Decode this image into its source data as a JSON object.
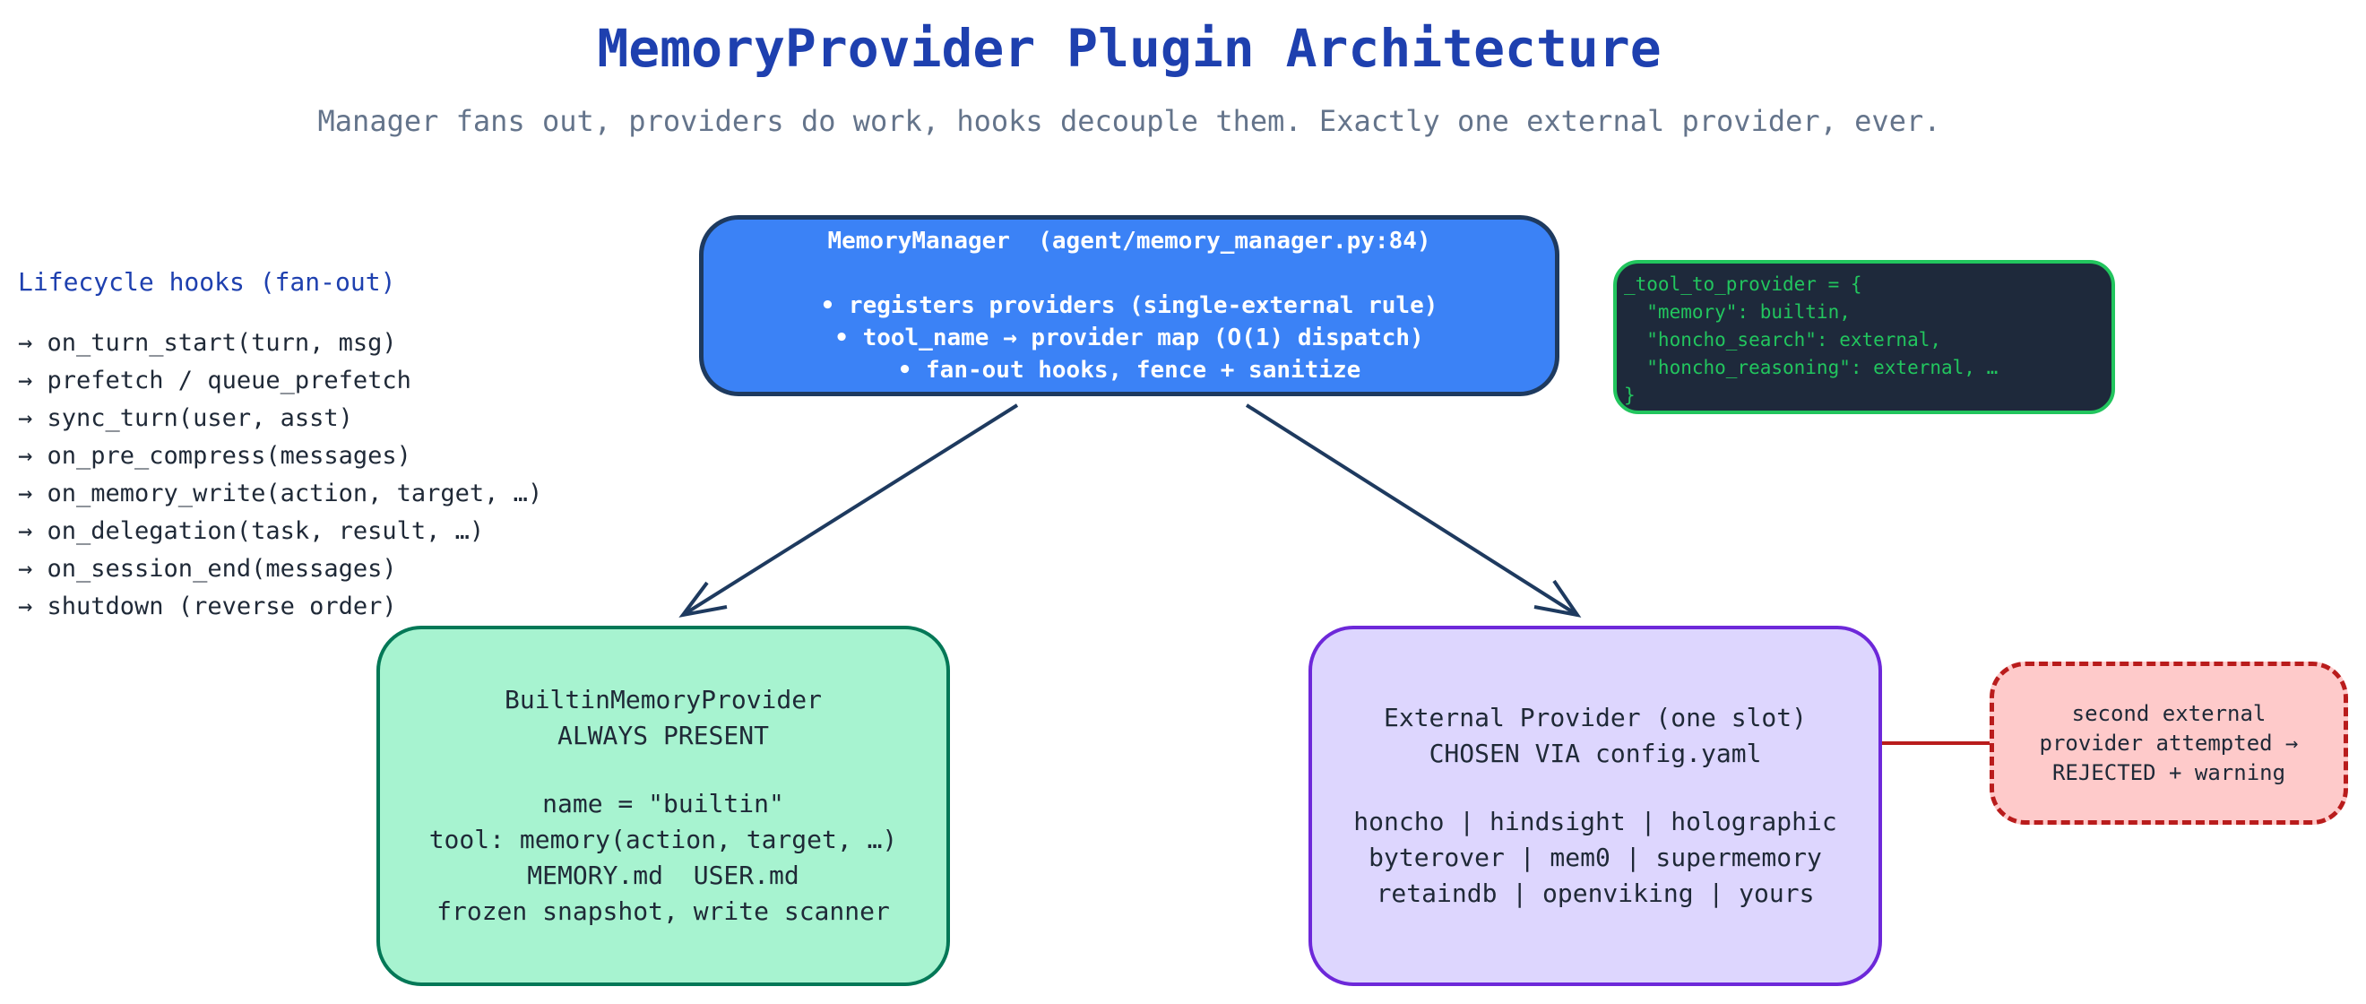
{
  "title": "MemoryProvider Plugin Architecture",
  "subtitle": "Manager fans out, providers do work, hooks decouple them. Exactly one external provider, ever.",
  "hooks": {
    "title": "Lifecycle hooks (fan-out)",
    "items": [
      "→ on_turn_start(turn, msg)",
      "→ prefetch / queue_prefetch",
      "→ sync_turn(user, asst)",
      "→ on_pre_compress(messages)",
      "→ on_memory_write(action, target, …)",
      "→ on_delegation(task, result, …)",
      "→ on_session_end(messages)",
      "→ shutdown (reverse order)"
    ]
  },
  "manager": {
    "heading": "MemoryManager  (agent/memory_manager.py:84)",
    "bullets": [
      "• registers providers (single-external rule)",
      "• tool_name → provider map (O(1) dispatch)",
      "• fan-out hooks, fence + sanitize"
    ]
  },
  "tool_map": {
    "lines": [
      "_tool_to_provider = {",
      "  \"memory\": builtin,",
      "  \"honcho_search\": external,",
      "  \"honcho_reasoning\": external, …",
      "}"
    ]
  },
  "builtin": {
    "name": "BuiltinMemoryProvider",
    "tag": "ALWAYS PRESENT",
    "details": [
      "name = \"builtin\"",
      "tool: memory(action, target, …)",
      "MEMORY.md  USER.md",
      "frozen snapshot, write scanner"
    ]
  },
  "external": {
    "name": "External Provider (one slot)",
    "tag": "CHOSEN VIA config.yaml",
    "options": [
      "honcho | hindsight | holographic",
      "byterover | mem0 | supermemory",
      "retaindb | openviking | yours"
    ]
  },
  "reject": {
    "lines": [
      "second external",
      "provider attempted →",
      "REJECTED + warning"
    ]
  },
  "colors": {
    "title": "#1e40af",
    "manager_fill": "#3b82f6",
    "builtin_fill": "#a7f3d0",
    "external_fill": "#ddd6fe",
    "reject_fill": "#fecaca",
    "reject_stroke": "#b91c1c",
    "code_fill": "#1e293b",
    "code_text": "#22c55e",
    "arrow": "#1e3a5f"
  }
}
